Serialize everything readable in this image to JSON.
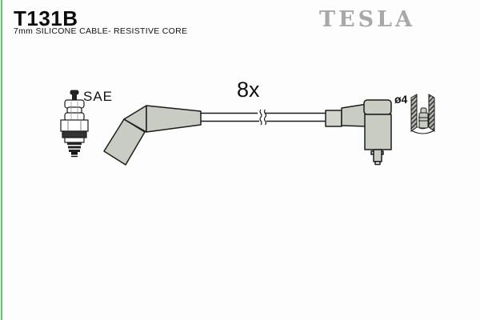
{
  "header": {
    "product_code": "T131B",
    "subtitle": "7mm SILICONE CABLE- RESISTIVE CORE"
  },
  "brand": {
    "name": "TESLA"
  },
  "diagram": {
    "quantity_label": "8x",
    "sae_label": "SAE",
    "diameter_label": "ø4",
    "parts": [
      "spark-plug",
      "angled-plug-boot-135deg",
      "silicone-cable-with-break-symbol",
      "right-angle-distributor-boot",
      "terminal-cap-cross-section"
    ]
  },
  "colors": {
    "background": "#fdfdfd",
    "left_border_green": "#55cf63",
    "line_black": "#1c1c1c",
    "boot_gray": "#c9ccc3",
    "ferrule_gray": "#d2d5cc",
    "hatch_base_gray": "#b9bdb4",
    "logo_gray": "#a8a8a8"
  }
}
